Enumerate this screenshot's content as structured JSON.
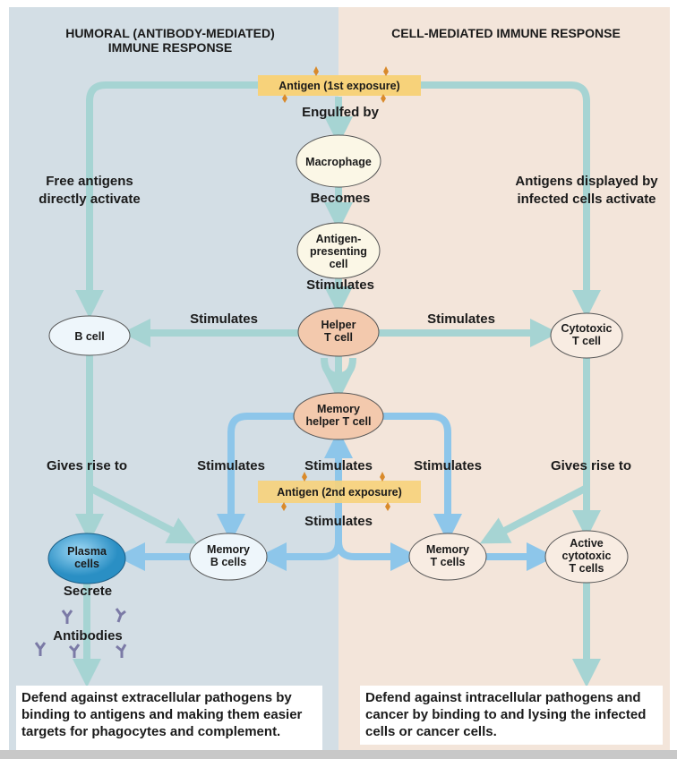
{
  "titles": {
    "humoral_line1": "HUMORAL (ANTIBODY-MEDIATED)",
    "humoral_line2": "IMMUNE RESPONSE",
    "cell_mediated": "CELL-MEDIATED IMMUNE RESPONSE"
  },
  "antigens": {
    "first": "Antigen (1st exposure)",
    "second": "Antigen (2nd exposure)"
  },
  "cells": {
    "macrophage": "Macrophage",
    "apc": [
      "Antigen-",
      "presenting",
      "cell"
    ],
    "helper_t": [
      "Helper",
      "T cell"
    ],
    "b_cell": "B cell",
    "cytotoxic_t": [
      "Cytotoxic",
      "T cell"
    ],
    "memory_helper_t": [
      "Memory",
      "helper T cell"
    ],
    "plasma": [
      "Plasma",
      "cells"
    ],
    "memory_b": [
      "Memory",
      "B cells"
    ],
    "memory_t": [
      "Memory",
      "T cells"
    ],
    "active_cytotoxic": [
      "Active",
      "cytotoxic",
      "T cells"
    ]
  },
  "labels": {
    "engulfed": "Engulfed by",
    "becomes": "Becomes",
    "stimulates": "Stimulates",
    "free_antigens": [
      "Free antigens",
      "directly activate"
    ],
    "displayed": [
      "Antigens displayed by",
      "infected cells activate"
    ],
    "gives_rise": "Gives rise to",
    "secrete": "Secrete",
    "antibodies": "Antibodies"
  },
  "outcomes": {
    "humoral": "Defend against extracellular pathogens by binding to antigens and making them easier targets for phagocytes and complement.",
    "cell_mediated": "Defend against intracellular pathogens and cancer by binding to and lysing the infected cells or cancer cells."
  },
  "colors": {
    "humoral_bg": "#d3dee5",
    "cell_bg": "#f3e5da",
    "teal_arrow": "#a6d4d3",
    "blue_arrow": "#8dc6ea",
    "antigen_box": "#f7d27a"
  }
}
